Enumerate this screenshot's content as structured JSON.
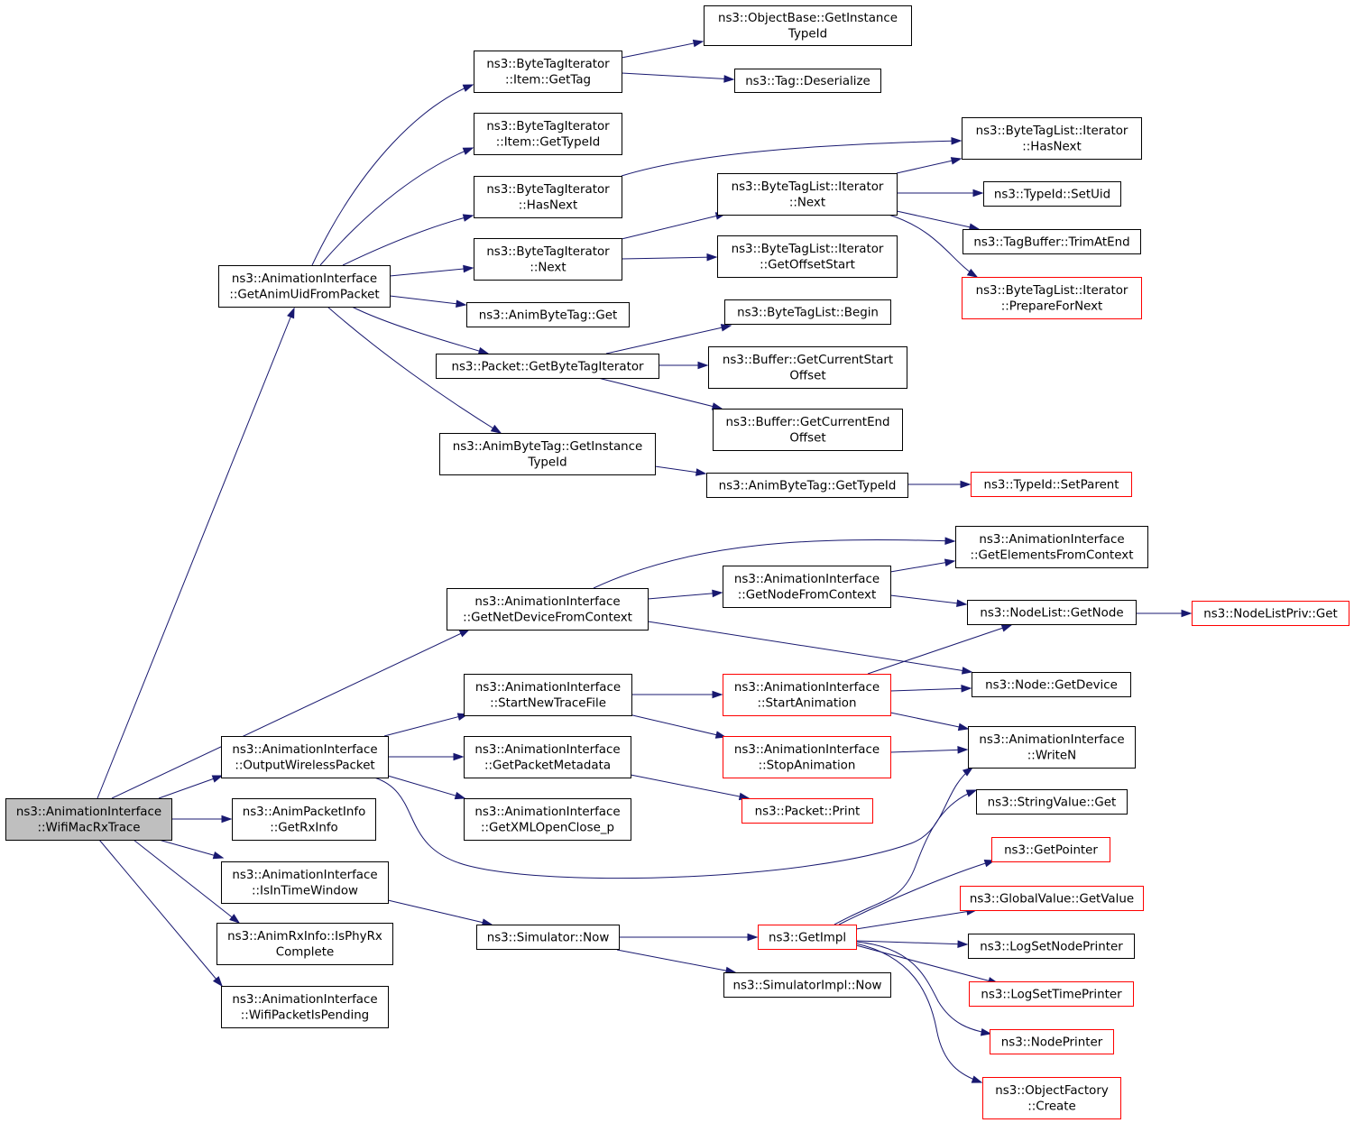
{
  "colors": {
    "edge": "#191970",
    "node_border": "#000000",
    "node_border_truncated": "#ff0000",
    "node_fill": "#ffffff",
    "root_fill": "#bfbfbf"
  },
  "nodes": [
    {
      "id": "root",
      "lines": [
        "ns3::AnimationInterface",
        "::WifiMacRxTrace"
      ],
      "style": "root"
    },
    {
      "id": "getAnimUid",
      "lines": [
        "ns3::AnimationInterface",
        "::GetAnimUidFromPacket"
      ],
      "style": "normal"
    },
    {
      "id": "btiGetTag",
      "lines": [
        "ns3::ByteTagIterator",
        "::Item::GetTag"
      ],
      "style": "normal"
    },
    {
      "id": "objBaseTid",
      "lines": [
        "ns3::ObjectBase::GetInstance",
        "TypeId"
      ],
      "style": "normal"
    },
    {
      "id": "tagDeser",
      "lines": [
        "ns3::Tag::Deserialize"
      ],
      "style": "normal"
    },
    {
      "id": "btiGetTypeId",
      "lines": [
        "ns3::ByteTagIterator",
        "::Item::GetTypeId"
      ],
      "style": "normal"
    },
    {
      "id": "btiHasNext",
      "lines": [
        "ns3::ByteTagIterator",
        "::HasNext"
      ],
      "style": "normal"
    },
    {
      "id": "btlHasNext",
      "lines": [
        "ns3::ByteTagList::Iterator",
        "::HasNext"
      ],
      "style": "normal"
    },
    {
      "id": "btiNext",
      "lines": [
        "ns3::ByteTagIterator",
        "::Next"
      ],
      "style": "normal"
    },
    {
      "id": "btlNext",
      "lines": [
        "ns3::ByteTagList::Iterator",
        "::Next"
      ],
      "style": "normal"
    },
    {
      "id": "tidSetUid",
      "lines": [
        "ns3::TypeId::SetUid"
      ],
      "style": "normal"
    },
    {
      "id": "tagBufTrim",
      "lines": [
        "ns3::TagBuffer::TrimAtEnd"
      ],
      "style": "normal"
    },
    {
      "id": "btlPrepare",
      "lines": [
        "ns3::ByteTagList::Iterator",
        "::PrepareForNext"
      ],
      "style": "truncated"
    },
    {
      "id": "btlGetOffset",
      "lines": [
        "ns3::ByteTagList::Iterator",
        "::GetOffsetStart"
      ],
      "style": "normal"
    },
    {
      "id": "abtGet",
      "lines": [
        "ns3::AnimByteTag::Get"
      ],
      "style": "normal"
    },
    {
      "id": "btlBegin",
      "lines": [
        "ns3::ByteTagList::Begin"
      ],
      "style": "normal"
    },
    {
      "id": "pktGetBti",
      "lines": [
        "ns3::Packet::GetByteTagIterator"
      ],
      "style": "normal"
    },
    {
      "id": "bufStart",
      "lines": [
        "ns3::Buffer::GetCurrentStart",
        "Offset"
      ],
      "style": "normal"
    },
    {
      "id": "bufEnd",
      "lines": [
        "ns3::Buffer::GetCurrentEnd",
        "Offset"
      ],
      "style": "normal"
    },
    {
      "id": "abtGetInst",
      "lines": [
        "ns3::AnimByteTag::GetInstance",
        "TypeId"
      ],
      "style": "normal"
    },
    {
      "id": "abtGetTypeId",
      "lines": [
        "ns3::AnimByteTag::GetTypeId"
      ],
      "style": "normal"
    },
    {
      "id": "tidSetParent",
      "lines": [
        "ns3::TypeId::SetParent"
      ],
      "style": "truncated"
    },
    {
      "id": "getElements",
      "lines": [
        "ns3::AnimationInterface",
        "::GetElementsFromContext"
      ],
      "style": "normal"
    },
    {
      "id": "getNetDev",
      "lines": [
        "ns3::AnimationInterface",
        "::GetNetDeviceFromContext"
      ],
      "style": "normal"
    },
    {
      "id": "getNodeCtx",
      "lines": [
        "ns3::AnimationInterface",
        "::GetNodeFromContext"
      ],
      "style": "normal"
    },
    {
      "id": "nodeListGet",
      "lines": [
        "ns3::NodeList::GetNode"
      ],
      "style": "normal"
    },
    {
      "id": "nodeListPriv",
      "lines": [
        "ns3::NodeListPriv::Get"
      ],
      "style": "truncated"
    },
    {
      "id": "startNewTrace",
      "lines": [
        "ns3::AnimationInterface",
        "::StartNewTraceFile"
      ],
      "style": "normal"
    },
    {
      "id": "startAnim",
      "lines": [
        "ns3::AnimationInterface",
        "::StartAnimation"
      ],
      "style": "truncated"
    },
    {
      "id": "nodeGetDevice",
      "lines": [
        "ns3::Node::GetDevice"
      ],
      "style": "normal"
    },
    {
      "id": "outWireless",
      "lines": [
        "ns3::AnimationInterface",
        "::OutputWirelessPacket"
      ],
      "style": "normal"
    },
    {
      "id": "getPktMeta",
      "lines": [
        "ns3::AnimationInterface",
        "::GetPacketMetadata"
      ],
      "style": "normal"
    },
    {
      "id": "stopAnim",
      "lines": [
        "ns3::AnimationInterface",
        "::StopAnimation"
      ],
      "style": "truncated"
    },
    {
      "id": "writeN",
      "lines": [
        "ns3::AnimationInterface",
        "::WriteN"
      ],
      "style": "normal"
    },
    {
      "id": "getXml",
      "lines": [
        "ns3::AnimationInterface",
        "::GetXMLOpenClose_p"
      ],
      "style": "normal"
    },
    {
      "id": "pktPrint",
      "lines": [
        "ns3::Packet::Print"
      ],
      "style": "truncated"
    },
    {
      "id": "rxInfo",
      "lines": [
        "ns3::AnimPacketInfo",
        "::GetRxInfo"
      ],
      "style": "normal"
    },
    {
      "id": "strValGet",
      "lines": [
        "ns3::StringValue::Get"
      ],
      "style": "normal"
    },
    {
      "id": "getPointer",
      "lines": [
        "ns3::GetPointer"
      ],
      "style": "truncated"
    },
    {
      "id": "isInTime",
      "lines": [
        "ns3::AnimationInterface",
        "::IsInTimeWindow"
      ],
      "style": "normal"
    },
    {
      "id": "globalVal",
      "lines": [
        "ns3::GlobalValue::GetValue"
      ],
      "style": "truncated"
    },
    {
      "id": "isPhyRx",
      "lines": [
        "ns3::AnimRxInfo::IsPhyRx",
        "Complete"
      ],
      "style": "normal"
    },
    {
      "id": "simNow",
      "lines": [
        "ns3::Simulator::Now"
      ],
      "style": "normal"
    },
    {
      "id": "getImpl",
      "lines": [
        "ns3::GetImpl"
      ],
      "style": "truncated"
    },
    {
      "id": "logNode",
      "lines": [
        "ns3::LogSetNodePrinter"
      ],
      "style": "normal"
    },
    {
      "id": "logTime",
      "lines": [
        "ns3::LogSetTimePrinter"
      ],
      "style": "truncated"
    },
    {
      "id": "simImplNow",
      "lines": [
        "ns3::SimulatorImpl::Now"
      ],
      "style": "normal"
    },
    {
      "id": "wifiPending",
      "lines": [
        "ns3::AnimationInterface",
        "::WifiPacketIsPending"
      ],
      "style": "normal"
    },
    {
      "id": "nodePrinter",
      "lines": [
        "ns3::NodePrinter"
      ],
      "style": "truncated"
    },
    {
      "id": "objFactory",
      "lines": [
        "ns3::ObjectFactory",
        "::Create"
      ],
      "style": "truncated"
    }
  ],
  "edges": [
    [
      "root",
      "getAnimUid"
    ],
    [
      "root",
      "getNetDev"
    ],
    [
      "root",
      "outWireless"
    ],
    [
      "root",
      "rxInfo"
    ],
    [
      "root",
      "isInTime"
    ],
    [
      "root",
      "isPhyRx"
    ],
    [
      "root",
      "wifiPending"
    ],
    [
      "getAnimUid",
      "btiGetTag"
    ],
    [
      "getAnimUid",
      "btiGetTypeId"
    ],
    [
      "getAnimUid",
      "btiHasNext"
    ],
    [
      "getAnimUid",
      "btiNext"
    ],
    [
      "getAnimUid",
      "abtGet"
    ],
    [
      "getAnimUid",
      "pktGetBti"
    ],
    [
      "getAnimUid",
      "abtGetInst"
    ],
    [
      "btiGetTag",
      "objBaseTid"
    ],
    [
      "btiGetTag",
      "tagDeser"
    ],
    [
      "btiHasNext",
      "btlHasNext"
    ],
    [
      "btiNext",
      "btlNext"
    ],
    [
      "btiNext",
      "btlGetOffset"
    ],
    [
      "btlNext",
      "btlHasNext"
    ],
    [
      "btlNext",
      "tidSetUid"
    ],
    [
      "btlNext",
      "tagBufTrim"
    ],
    [
      "btlNext",
      "btlPrepare"
    ],
    [
      "pktGetBti",
      "btlBegin"
    ],
    [
      "pktGetBti",
      "bufStart"
    ],
    [
      "pktGetBti",
      "bufEnd"
    ],
    [
      "abtGetInst",
      "abtGetTypeId"
    ],
    [
      "abtGetTypeId",
      "tidSetParent"
    ],
    [
      "getNetDev",
      "getElements"
    ],
    [
      "getNetDev",
      "getNodeCtx"
    ],
    [
      "getNetDev",
      "nodeGetDevice"
    ],
    [
      "getNodeCtx",
      "getElements"
    ],
    [
      "getNodeCtx",
      "nodeListGet"
    ],
    [
      "nodeListGet",
      "nodeListPriv"
    ],
    [
      "outWireless",
      "startNewTrace"
    ],
    [
      "outWireless",
      "getPktMeta"
    ],
    [
      "outWireless",
      "getXml"
    ],
    [
      "outWireless",
      "writeN"
    ],
    [
      "startNewTrace",
      "startAnim"
    ],
    [
      "startNewTrace",
      "stopAnim"
    ],
    [
      "startAnim",
      "nodeListGet"
    ],
    [
      "startAnim",
      "nodeGetDevice"
    ],
    [
      "startAnim",
      "writeN"
    ],
    [
      "stopAnim",
      "writeN"
    ],
    [
      "getPktMeta",
      "pktPrint"
    ],
    [
      "isInTime",
      "simNow"
    ],
    [
      "simNow",
      "getImpl"
    ],
    [
      "simNow",
      "simImplNow"
    ],
    [
      "getImpl",
      "strValGet"
    ],
    [
      "getImpl",
      "getPointer"
    ],
    [
      "getImpl",
      "globalVal"
    ],
    [
      "getImpl",
      "logNode"
    ],
    [
      "getImpl",
      "logTime"
    ],
    [
      "getImpl",
      "nodePrinter"
    ],
    [
      "getImpl",
      "objFactory"
    ]
  ]
}
